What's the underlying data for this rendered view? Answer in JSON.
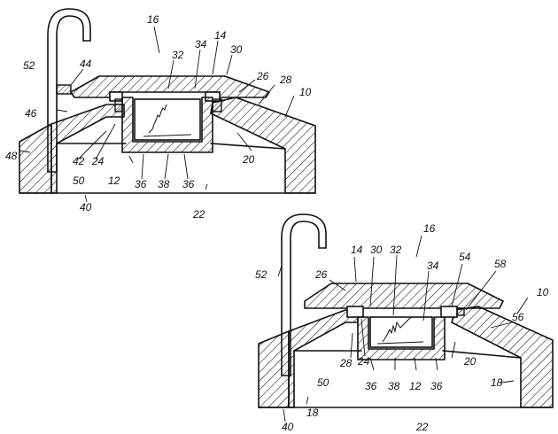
{
  "figures": {
    "upper": {
      "labels": [
        "16",
        "14",
        "30",
        "26",
        "28",
        "32",
        "34",
        "44",
        "52",
        "46",
        "42",
        "24",
        "10",
        "20",
        "48",
        "12",
        "36",
        "38",
        "36",
        "50",
        "40",
        "22"
      ]
    },
    "lower": {
      "labels": [
        "16",
        "14",
        "30",
        "32",
        "34",
        "54",
        "58",
        "10",
        "56",
        "26",
        "52",
        "28",
        "24",
        "20",
        "36",
        "38",
        "12",
        "36",
        "50",
        "18",
        "40",
        "18",
        "22"
      ]
    }
  }
}
